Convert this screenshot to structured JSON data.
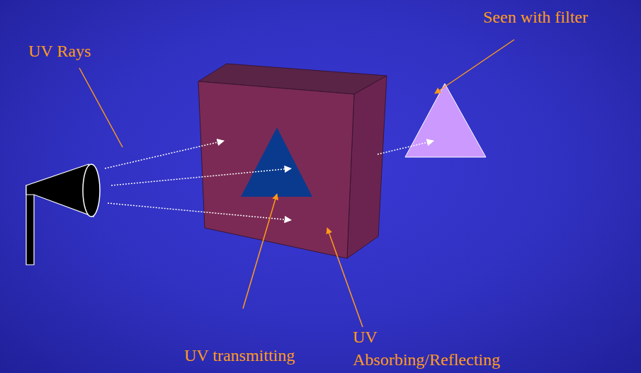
{
  "diagram": {
    "labels": [
      "UV Rays",
      "Seen with filter",
      "UV transmitting",
      "UV Absorbing/Reflecting"
    ]
  }
}
